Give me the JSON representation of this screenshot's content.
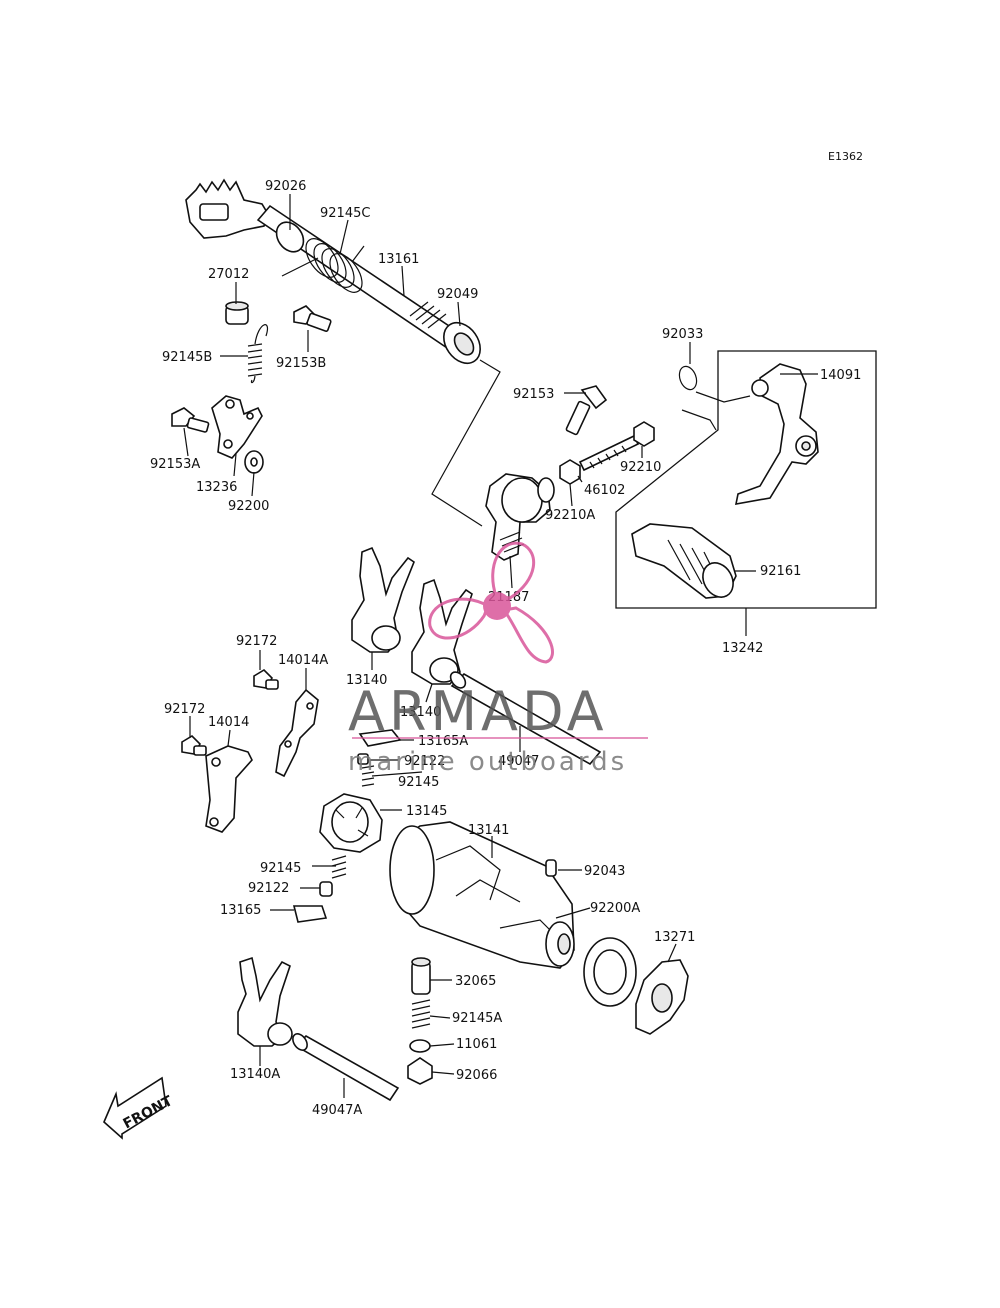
{
  "diagram": {
    "code": "E1362",
    "parts": [
      {
        "id": "92026",
        "label": "92026"
      },
      {
        "id": "92145C",
        "label": "92145C"
      },
      {
        "id": "13161",
        "label": "13161"
      },
      {
        "id": "27012",
        "label": "27012"
      },
      {
        "id": "92049",
        "label": "92049"
      },
      {
        "id": "92145B",
        "label": "92145B"
      },
      {
        "id": "92153B",
        "label": "92153B"
      },
      {
        "id": "92033",
        "label": "92033"
      },
      {
        "id": "14091",
        "label": "14091"
      },
      {
        "id": "92153",
        "label": "92153"
      },
      {
        "id": "92153A",
        "label": "92153A"
      },
      {
        "id": "92210",
        "label": "92210"
      },
      {
        "id": "13236",
        "label": "13236"
      },
      {
        "id": "46102",
        "label": "46102"
      },
      {
        "id": "92200",
        "label": "92200"
      },
      {
        "id": "92210A",
        "label": "92210A"
      },
      {
        "id": "92161",
        "label": "92161"
      },
      {
        "id": "21187",
        "label": "21187"
      },
      {
        "id": "13242",
        "label": "13242"
      },
      {
        "id": "92172a",
        "label": "92172"
      },
      {
        "id": "14014A",
        "label": "14014A"
      },
      {
        "id": "13140a",
        "label": "13140"
      },
      {
        "id": "13140b",
        "label": "13140"
      },
      {
        "id": "92172b",
        "label": "92172"
      },
      {
        "id": "14014",
        "label": "14014"
      },
      {
        "id": "13165A",
        "label": "13165A"
      },
      {
        "id": "92122a",
        "label": "92122"
      },
      {
        "id": "49047",
        "label": "49047"
      },
      {
        "id": "92145a",
        "label": "92145"
      },
      {
        "id": "13145",
        "label": "13145"
      },
      {
        "id": "13141",
        "label": "13141"
      },
      {
        "id": "92145b",
        "label": "92145"
      },
      {
        "id": "92043",
        "label": "92043"
      },
      {
        "id": "92122b",
        "label": "92122"
      },
      {
        "id": "13165",
        "label": "13165"
      },
      {
        "id": "92200A",
        "label": "92200A"
      },
      {
        "id": "13271",
        "label": "13271"
      },
      {
        "id": "32065",
        "label": "32065"
      },
      {
        "id": "92145A",
        "label": "92145A"
      },
      {
        "id": "11061",
        "label": "11061"
      },
      {
        "id": "92066",
        "label": "92066"
      },
      {
        "id": "13140A",
        "label": "13140A"
      },
      {
        "id": "49047A",
        "label": "49047A"
      }
    ],
    "front_label": "FRONT"
  },
  "watermark": {
    "brand": "ARMADA",
    "tagline": "marine outboards",
    "logo_color": "#d9559a"
  }
}
